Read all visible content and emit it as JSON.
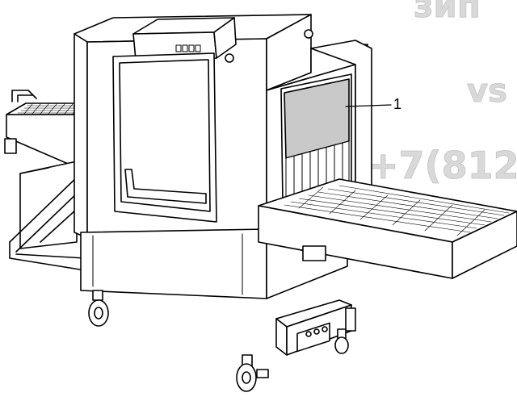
{
  "watermark": {
    "line1": "зип",
    "line2": "vs",
    "line3": "+7(812"
  },
  "callouts": [
    {
      "label": "1"
    }
  ],
  "colors": {
    "line": "#000000",
    "fill": "#ffffff",
    "curtain": "#c9c9c9",
    "shadow": "#e6e6e6"
  }
}
